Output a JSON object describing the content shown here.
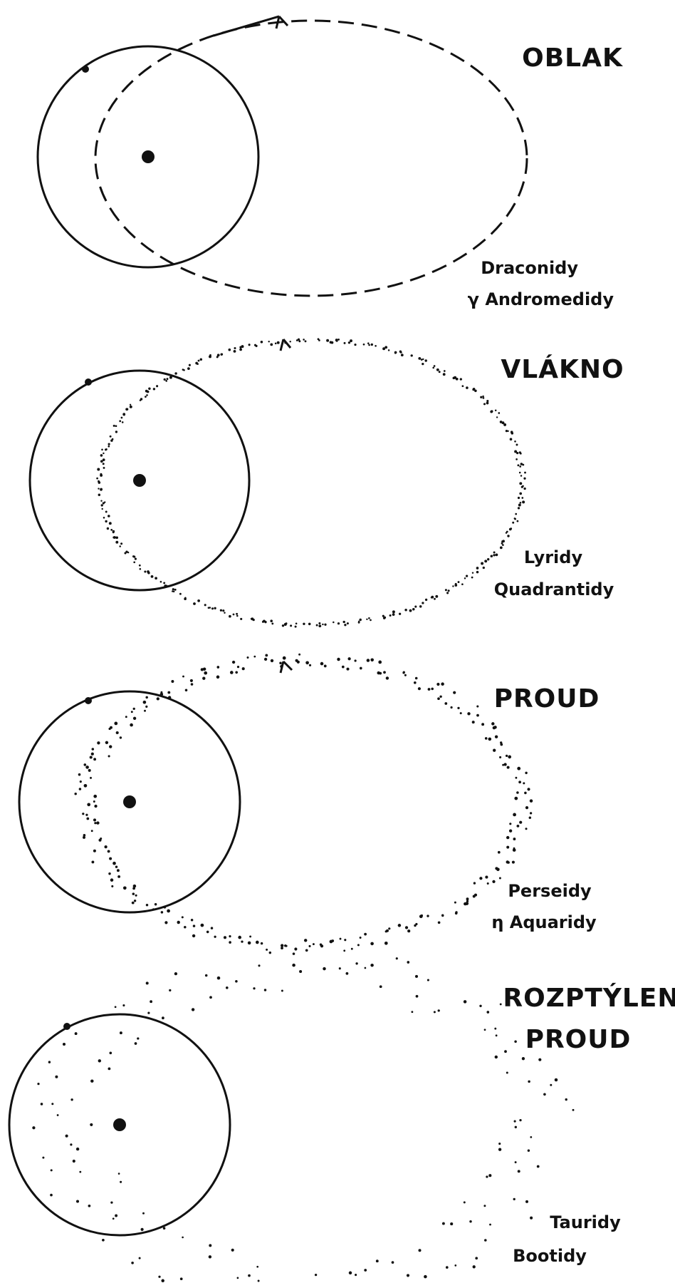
{
  "panels": [
    {
      "title_lines": [
        "OBLAK"
      ],
      "showers": [
        "Draconidy",
        "γ Andromedidy"
      ]
    },
    {
      "title_lines": [
        "VLÁKNO"
      ],
      "showers": [
        "Lyridy",
        "Quadrantidy"
      ]
    },
    {
      "title_lines": [
        "PROUD"
      ],
      "showers": [
        "Perseidy",
        "η Aquaridy"
      ]
    },
    {
      "title_lines": [
        "ROZPTÝLENÝ",
        "PROUD"
      ],
      "showers": [
        "Tauridy",
        "Bootidy"
      ]
    }
  ],
  "colors": {
    "ink": "#111111",
    "background": "#ffffff"
  },
  "icons": [
    "sun-dot",
    "earth-dot",
    "comet-icon"
  ]
}
